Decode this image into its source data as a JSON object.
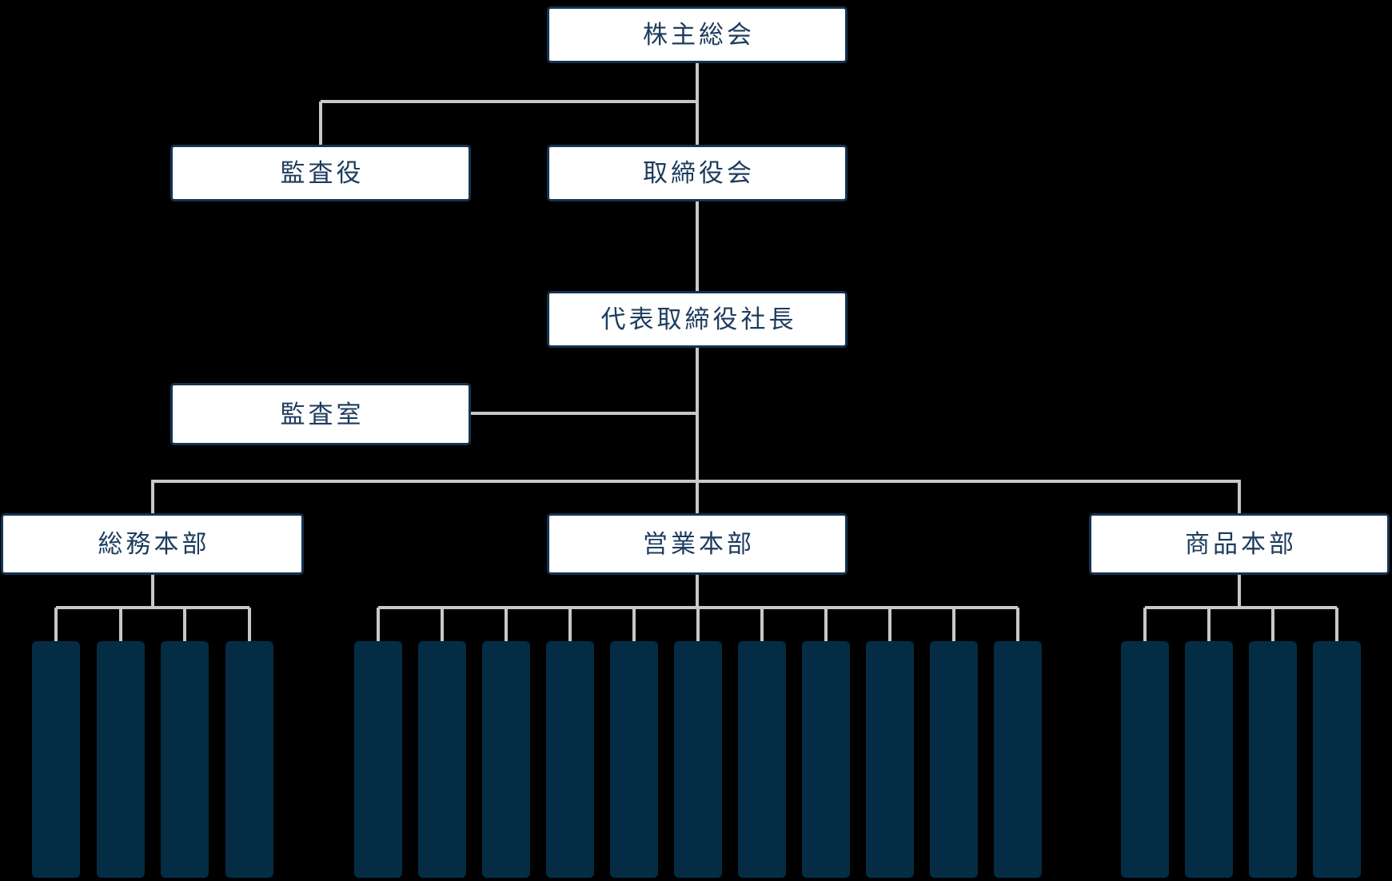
{
  "page": {
    "background": "#000000"
  },
  "chart_data": {
    "type": "org-chart",
    "title": "",
    "nodes": [
      {
        "id": "shareholders",
        "label": "株主総会",
        "parent": null
      },
      {
        "id": "auditor",
        "label": "監査役",
        "parent": "shareholders"
      },
      {
        "id": "board",
        "label": "取締役会",
        "parent": "shareholders"
      },
      {
        "id": "president",
        "label": "代表取締役社長",
        "parent": "board"
      },
      {
        "id": "audit-office",
        "label": "監査室",
        "parent": "president"
      },
      {
        "id": "general-affairs-hq",
        "label": "総務本部",
        "parent": "president",
        "unlabeled_sub_units": 4
      },
      {
        "id": "sales-hq",
        "label": "営業本部",
        "parent": "president",
        "unlabeled_sub_units": 11
      },
      {
        "id": "products-hq",
        "label": "商品本部",
        "parent": "president",
        "unlabeled_sub_units": 4
      }
    ],
    "edges": [
      {
        "from": "shareholders",
        "to": "auditor"
      },
      {
        "from": "shareholders",
        "to": "board"
      },
      {
        "from": "board",
        "to": "president"
      },
      {
        "from": "president",
        "to": "audit-office"
      },
      {
        "from": "president",
        "to": "general-affairs-hq"
      },
      {
        "from": "president",
        "to": "sales-hq"
      },
      {
        "from": "president",
        "to": "products-hq"
      }
    ],
    "colors": {
      "background": "#000000",
      "node_fill": "#ffffff",
      "node_border": "#14334f",
      "node_text": "#1d3c5e",
      "connector": "#c8c8c8",
      "sub_unit_fill": "#052c45"
    },
    "layout_hints": {
      "orientation": "top-down",
      "sub_units_rendered_as": "tall unlabeled dark bars"
    }
  }
}
